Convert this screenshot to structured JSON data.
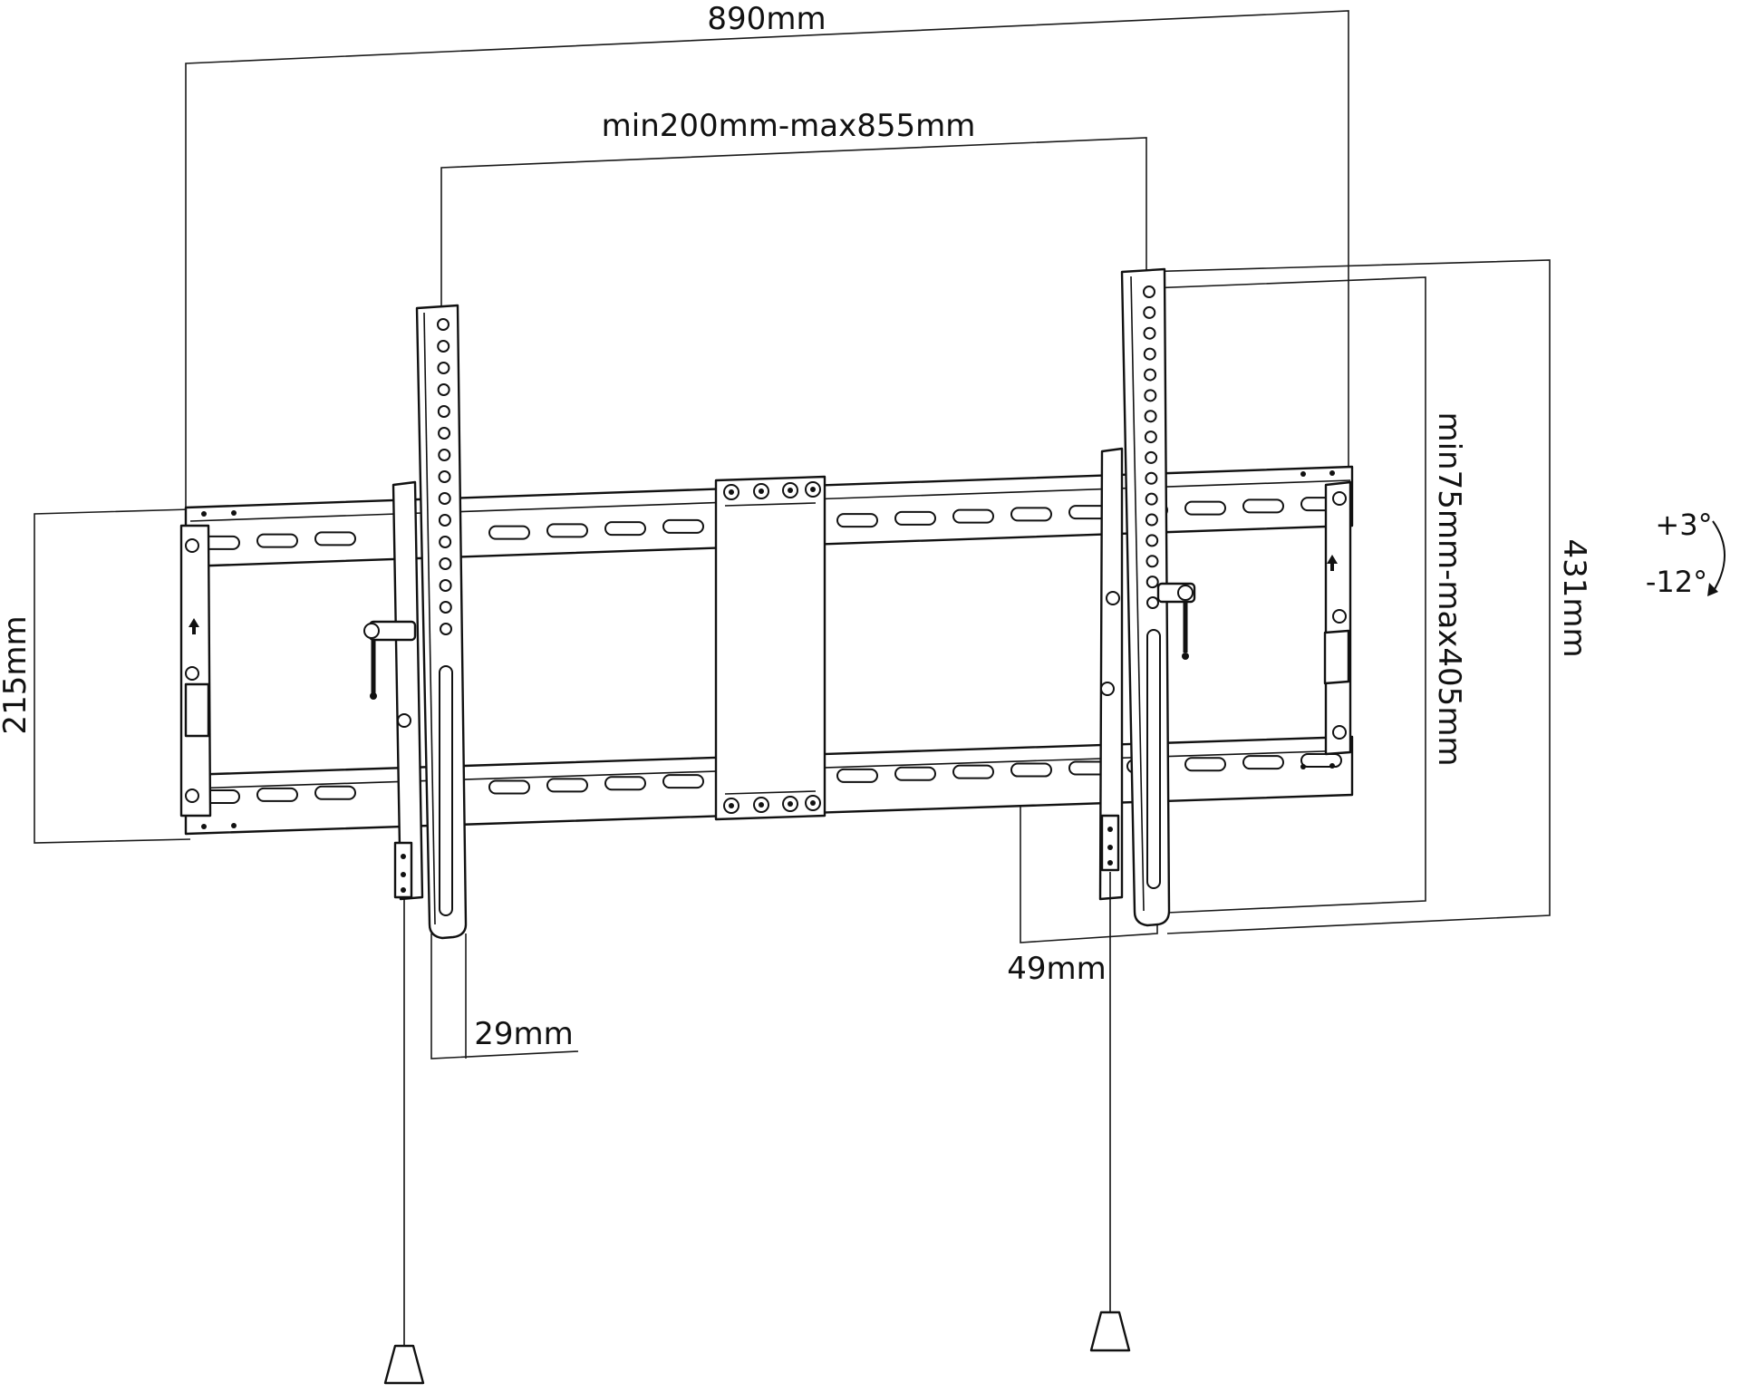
{
  "diagram": {
    "colors": {
      "ink": "#111111",
      "paper": "#ffffff"
    },
    "dimensions": {
      "overall_width": "890mm",
      "vesa_horizontal": "min200mm-max855mm",
      "vesa_vertical": "min75mm-max405mm",
      "arm_height": "431mm",
      "rail_height": "215mm",
      "arm_width": "29mm",
      "wall_distance": "49mm"
    },
    "tilt": {
      "up": "+3°",
      "down": "-12°"
    }
  }
}
